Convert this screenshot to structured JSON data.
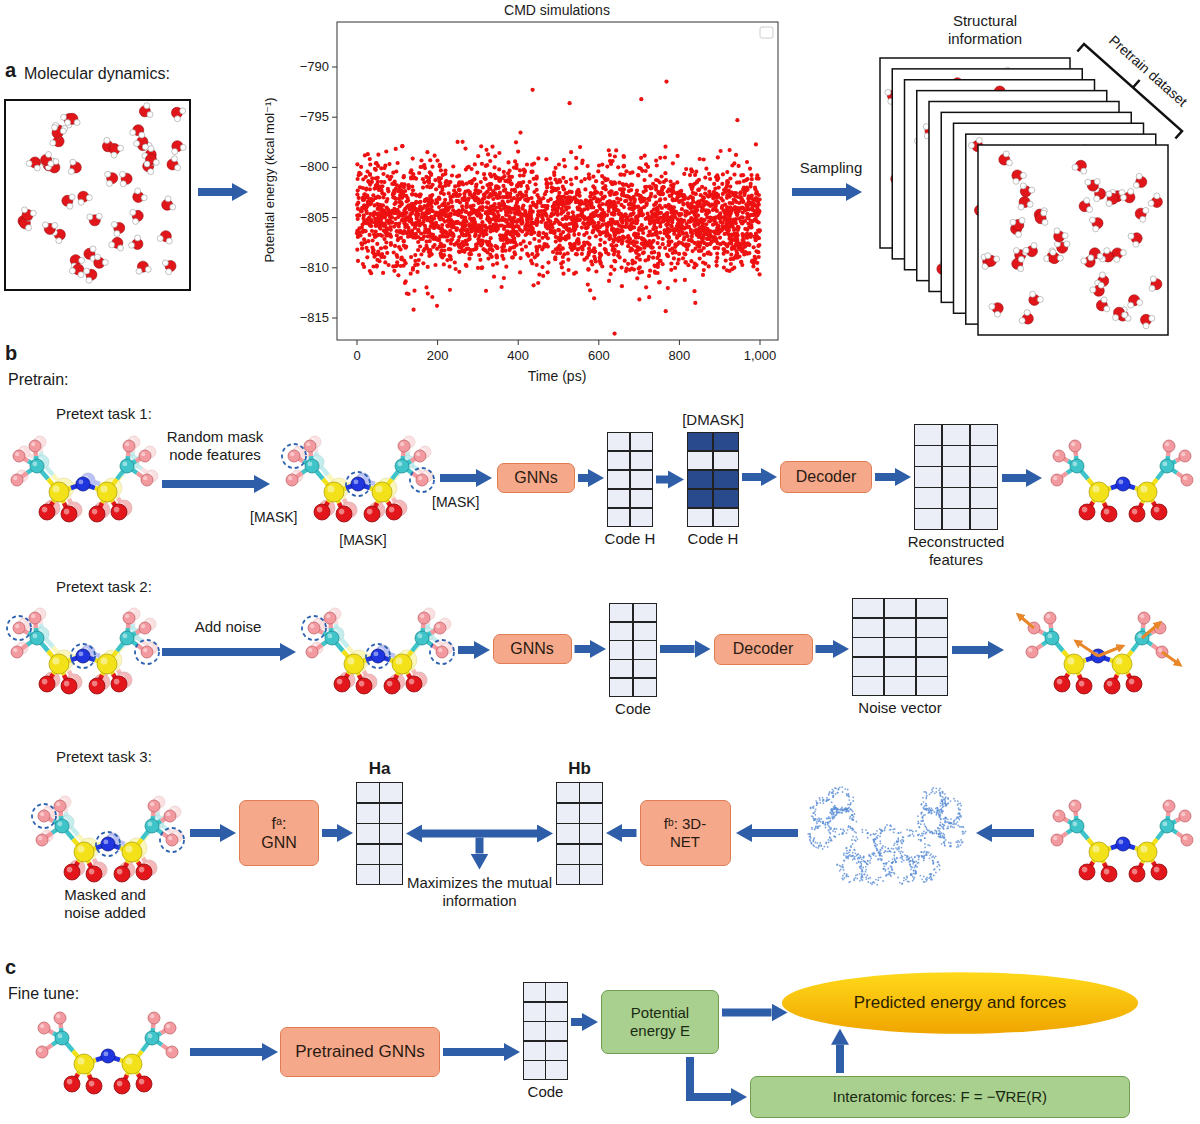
{
  "diagram": {
    "nodes": [
      {
        "text": [
          "GNNs"
        ]
      },
      {
        "text": [
          "Code H"
        ]
      },
      {
        "text": [
          "[DMASK]",
          "Code H"
        ]
      },
      {
        "text": [
          "Decoder"
        ]
      },
      {
        "text": [
          "Reconstructed features"
        ]
      },
      {
        "text": [
          "GNNs"
        ]
      },
      {
        "text": [
          "Code"
        ]
      },
      {
        "text": [
          "Decoder"
        ]
      },
      {
        "text": [
          "Noise vector"
        ]
      },
      {
        "text": [
          "fᵃ: GNN"
        ]
      },
      {
        "text": [
          "Ha"
        ]
      },
      {
        "text": [
          "Hb"
        ]
      },
      {
        "text": [
          "fᵇ: 3D-NET"
        ]
      },
      {
        "text": [
          "Pretrained GNNs"
        ]
      },
      {
        "text": [
          "Code"
        ]
      },
      {
        "text": [
          "Potential energy E"
        ]
      },
      {
        "text": [
          "Predicted energy and forces"
        ]
      },
      {
        "text": [
          "Interatomic forces: F = −∇RE(R)"
        ]
      }
    ],
    "edges": [
      {
        "from": 0,
        "to": 1,
        "arrow": "to"
      },
      {
        "from": 1,
        "to": 2,
        "arrow": "to"
      },
      {
        "from": 2,
        "to": 3,
        "arrow": "to"
      },
      {
        "from": 3,
        "to": 4,
        "arrow": "to"
      },
      {
        "from": 5,
        "to": 6,
        "arrow": "to"
      },
      {
        "from": 6,
        "to": 7,
        "arrow": "to"
      },
      {
        "from": 7,
        "to": 8,
        "arrow": "to"
      },
      {
        "from": 9,
        "to": 10,
        "arrow": "to"
      },
      {
        "from": 10,
        "to": 11,
        "arrow": "both",
        "label": "Maximizes the mutual information"
      },
      {
        "from": 12,
        "to": 11,
        "arrow": "to"
      },
      {
        "from": 13,
        "to": 14,
        "arrow": "to"
      },
      {
        "from": 14,
        "to": 15,
        "arrow": "to"
      },
      {
        "from": 15,
        "to": 16,
        "arrow": "to"
      },
      {
        "from": 15,
        "to": 17,
        "arrow": "to"
      },
      {
        "from": 17,
        "to": 16,
        "arrow": "to"
      }
    ],
    "labels": [
      "a",
      "Molecular dynamics:",
      "CMD simulations",
      "Potential energy (kcal mol⁻¹)",
      "−790",
      "−795",
      "−800",
      "−805",
      "−810",
      "−815",
      "0",
      "200",
      "400",
      "600",
      "800",
      "1,000",
      "Time (ps)",
      "Sampling",
      "Structural information",
      "Pretrain dataset",
      "b",
      "Pretrain:",
      "Pretext task 1:",
      "Random mask node features",
      "[MASK]",
      "[MASK]",
      "[MASK]",
      "Pretext task 2:",
      "Add noise",
      "Pretext task 3:",
      "Masked and noise added",
      "c",
      "Fine tune:"
    ]
  }
}
